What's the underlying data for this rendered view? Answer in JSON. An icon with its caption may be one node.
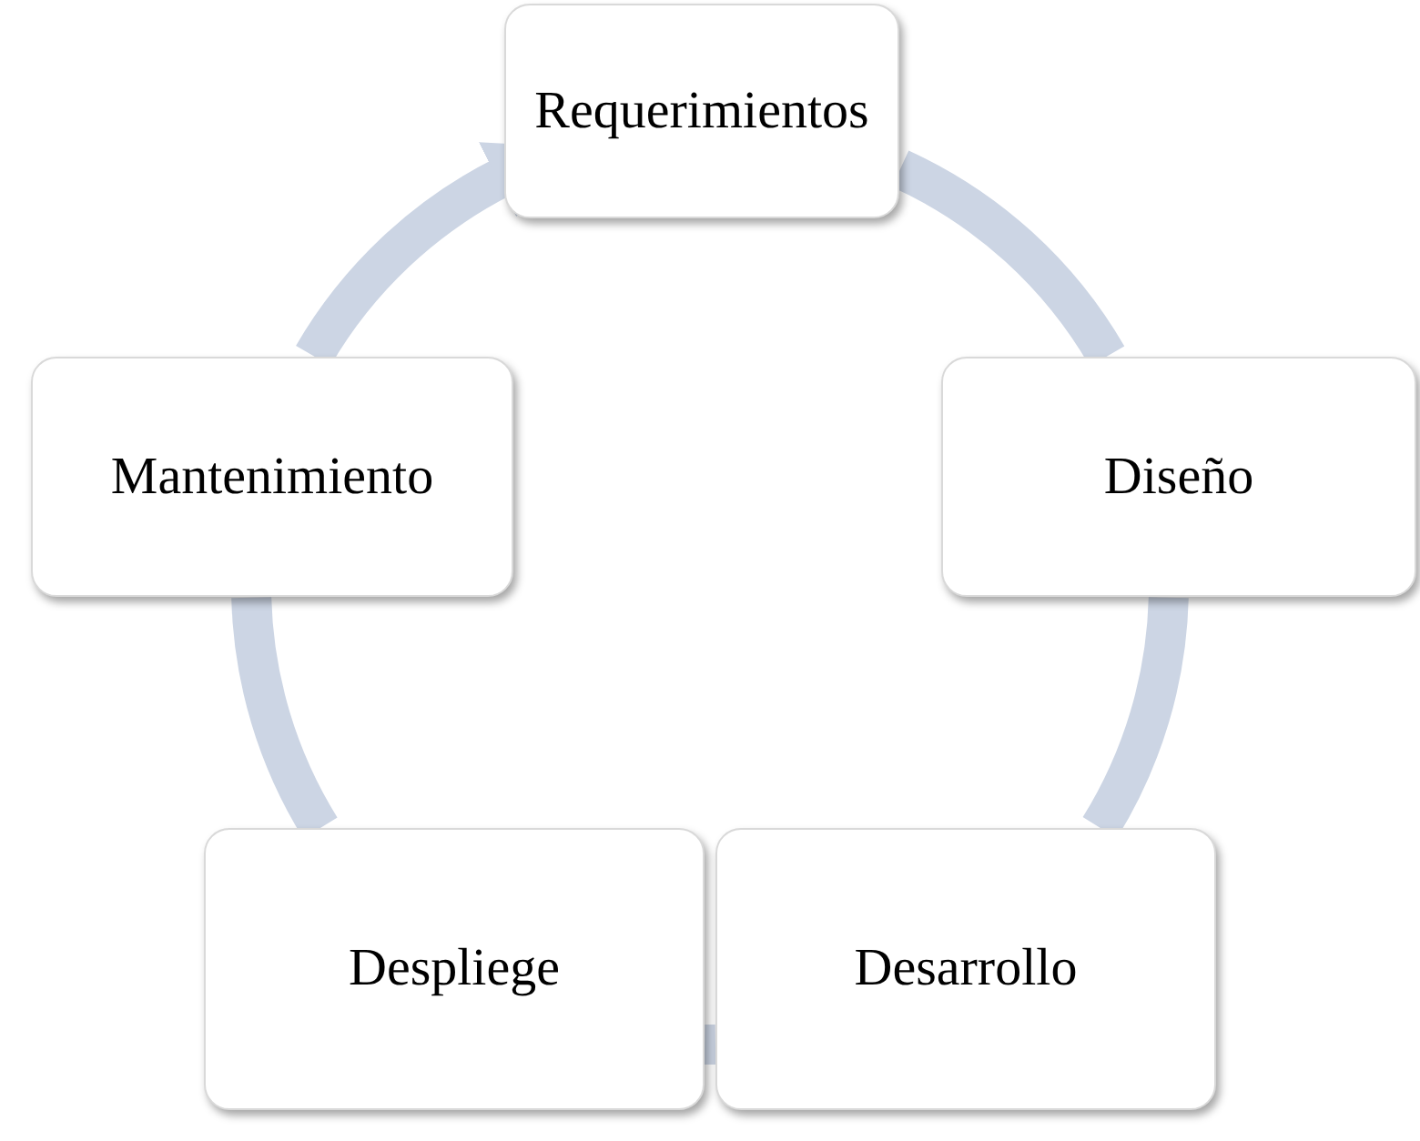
{
  "diagram": {
    "nodes": [
      {
        "text": [
          "Requerimientos"
        ]
      },
      {
        "text": [
          "Diseño"
        ]
      },
      {
        "text": [
          "Desarrollo"
        ]
      },
      {
        "text": [
          "Despliege"
        ]
      },
      {
        "text": [
          "Mantenimiento"
        ]
      }
    ],
    "edges": [
      {
        "from": 0,
        "to": 1,
        "arrow": "none"
      },
      {
        "from": 1,
        "to": 2,
        "arrow": "none"
      },
      {
        "from": 2,
        "to": 3,
        "arrow": "none"
      },
      {
        "from": 3,
        "to": 4,
        "arrow": "none"
      },
      {
        "from": 4,
        "to": 0,
        "arrow": "to"
      }
    ]
  }
}
